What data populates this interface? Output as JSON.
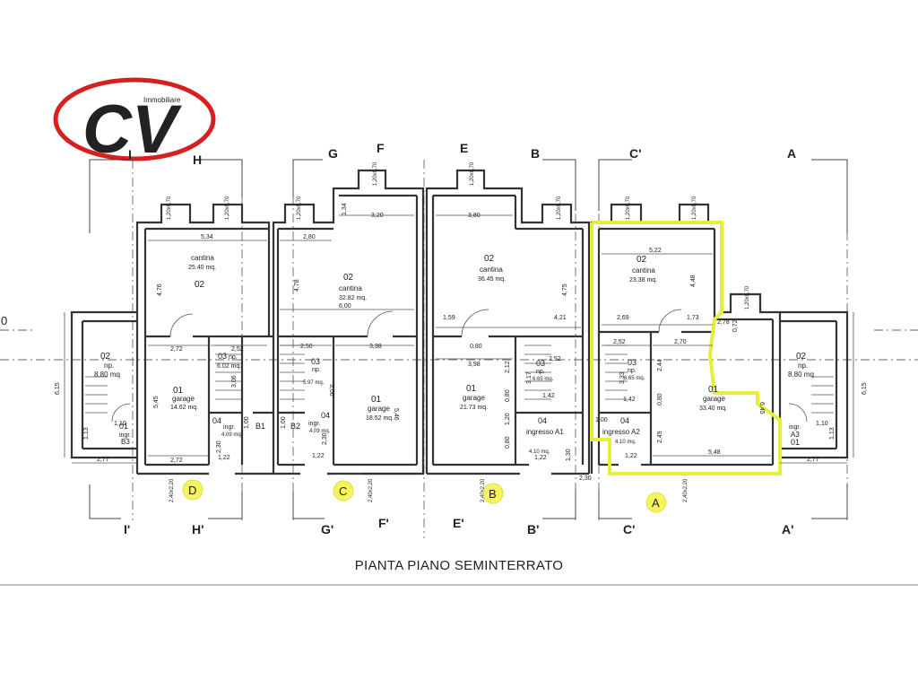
{
  "logo": {
    "letters": "CV",
    "tagline": "Immobiliare",
    "color": "#d62020"
  },
  "caption": "PIANTA PIANO SEMINTERRATO",
  "highlight_color": "#e6ee3a",
  "section_marks": {
    "top": [
      "I",
      "H",
      "G",
      "F",
      "E",
      "B",
      "C'",
      "A"
    ],
    "bottom": [
      "I'",
      "H'",
      "G'",
      "F'",
      "E'",
      "B'",
      "C'",
      "A'"
    ]
  },
  "unit_markers": [
    "D",
    "C",
    "B",
    "A"
  ],
  "window_label": "1,20x0,70",
  "rooms": {
    "b3_np": {
      "code": "02",
      "name": "np.",
      "area": "8.80 mq"
    },
    "b3_ingr": {
      "code": "01",
      "name": "ingr.",
      "sub": "B3"
    },
    "d_cantina": {
      "code": "02",
      "name": "cantina",
      "area": "25.40 mq."
    },
    "d_garage": {
      "code": "01",
      "name": "garage",
      "area": "14.62 mq."
    },
    "d_np": {
      "code": "03",
      "name": "np.",
      "area": "6.02 mq."
    },
    "d_ingr": {
      "code": "04",
      "name": "ingr.",
      "area": "4.09 mq."
    },
    "b1": "B1",
    "c_cantina": {
      "code": "02",
      "name": "cantina",
      "area": "32.82 mq."
    },
    "c_np": {
      "code": "03",
      "name": "np.",
      "area": "5.97 mq."
    },
    "c_garage": {
      "code": "01",
      "name": "garage",
      "area": "18.52 mq."
    },
    "c_ingr": {
      "code": "04",
      "name": "ingr.",
      "area": "4.09 mq."
    },
    "b2": "B2",
    "b_cantina": {
      "code": "02",
      "name": "cantina",
      "area": "36.45 mq."
    },
    "b_garage": {
      "code": "01",
      "name": "garage",
      "area": "21.73 mq."
    },
    "b_np": {
      "code": "03",
      "name": "np.",
      "area": "6.65 mq."
    },
    "b_ingr": {
      "code": "04",
      "name": "ingresso A1",
      "area": "4.10 mq."
    },
    "a_cantina": {
      "code": "02",
      "name": "cantina",
      "area": "23.38 mq."
    },
    "a_np": {
      "code": "03",
      "name": "np.",
      "area": "6.65 mq."
    },
    "a_garage": {
      "code": "01",
      "name": "garage",
      "area": "33.40 mq."
    },
    "a_ingr": {
      "code": "04",
      "name": "ingresso A2",
      "area": "4.10 mq."
    },
    "a3_np": {
      "code": "02",
      "name": "np.",
      "area": "8.80 mq"
    },
    "a3_ingr": {
      "code": "01",
      "name": "ingr.",
      "sub": "A3"
    }
  },
  "dimensions": {
    "d_cantina_w": "5,34",
    "d_cantina_h": "4,76",
    "d_garage_w": "2,72",
    "d_np_w": "2,52",
    "d_bottom": "2,72",
    "d_garage_h": "5,45",
    "d_np_h": "3,06",
    "d_ingr_w": "1,00",
    "d_ingr_h": "2,30",
    "d_door": "1,22",
    "c_top": "3,20",
    "c_side": "2,80",
    "c_side2": "1,34",
    "c_h": "4,78",
    "c_w": "6,00",
    "c_np_w": "2,50",
    "c_garage_w": "3,38",
    "c_np_h": "3,06",
    "c_garage_h": "5,46",
    "c_ingr_w": "1,00",
    "c_ingr_h": "2,30",
    "c_door": "1,22",
    "b_top": "3,80",
    "b_h": "4,75",
    "b_left": "1,59",
    "b_right": "4,21",
    "b_mid": "0,80",
    "b_w": "3,98",
    "b_np_w": "2,52",
    "b_np_h": "3,17",
    "b_np_h2": "2,12",
    "b_g1": "0,80",
    "b_g2": "1,20",
    "b_g3": "0,80",
    "b_ingr_h": "1,42",
    "b_ingr_h2": "1,30",
    "b_door": "1,22",
    "b_out": "2,30",
    "a_top": "5,22",
    "a_h": "4,48",
    "a_left": "2,69",
    "a_right": "1,73",
    "a_np_w": "2,52",
    "a_garage_w": "2,70",
    "a_np_h": "3,33",
    "a_np_h2": "2,44",
    "a_ingr_h": "1,42",
    "a_g": "0,80",
    "a_ingr_w": "1,00",
    "a_ingr_h2": "2,49",
    "a_door": "1,22",
    "a_bottom": "5,48",
    "a_ext_w": "2,78",
    "a_ext_h": "0,72",
    "a_garage_h": "6,45",
    "left_total": "6,15",
    "right_total": "6,15",
    "left_w": "2,77",
    "right_w": "2,77",
    "left_small": "1,10",
    "right_small": "1,10",
    "left_small2": "1,13",
    "right_small2": "1,13",
    "left_edge": "0",
    "post": "2,40x2,20"
  }
}
